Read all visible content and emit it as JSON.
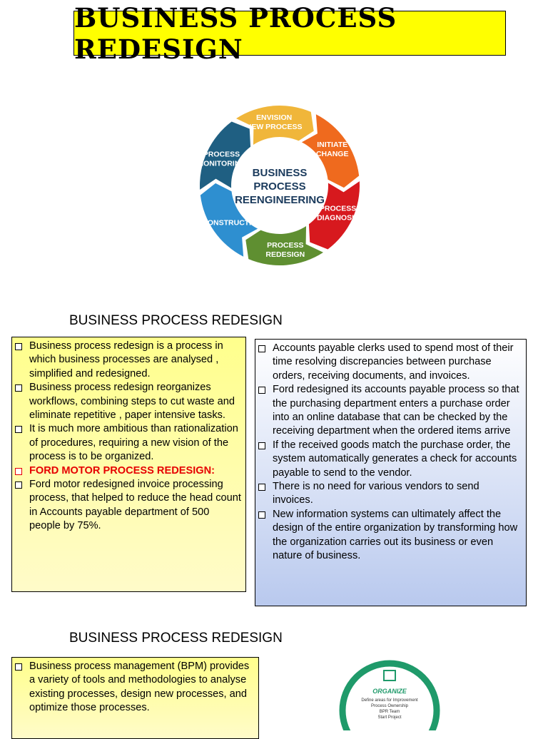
{
  "title": "BUSINESS PROCESS REDESIGN",
  "cycle": {
    "center": [
      "BUSINESS",
      "PROCESS",
      "REENGINEERING"
    ],
    "segments": [
      {
        "lines": [
          "ENVISION",
          "NEW PROCESS"
        ],
        "color": "#f0b63a"
      },
      {
        "lines": [
          "INITIATE",
          "CHANGE"
        ],
        "color": "#ef6a1e"
      },
      {
        "lines": [
          "PROCESS",
          "DIAGNOSIS"
        ],
        "color": "#d7191e"
      },
      {
        "lines": [
          "PROCESS",
          "REDESIGN"
        ],
        "color": "#5f8f31"
      },
      {
        "lines": [
          "RECONSTRUCTION"
        ],
        "color": "#2e8fd0"
      },
      {
        "lines": [
          "PROCESS",
          "MONITORING"
        ],
        "color": "#1f5f82"
      }
    ],
    "center_color": "#1a3a5c"
  },
  "section1": {
    "heading": "BUSINESS PROCESS REDESIGN",
    "left_bullets": [
      {
        "text": "Business process redesign is a process in which business processes are analysed , simplified and redesigned.",
        "red": false
      },
      {
        "text": "Business process redesign reorganizes workflows, combining steps to cut waste and eliminate repetitive , paper intensive tasks.",
        "red": false
      },
      {
        "text": "It is much more ambitious than rationalization of procedures, requiring  a new vision of the process is to be organized.",
        "red": false
      },
      {
        "text": "FORD MOTOR PROCESS REDESIGN:",
        "red": true
      },
      {
        "text": "Ford motor redesigned invoice processing process, that helped to reduce the head count  in Accounts payable department of 500 people by 75%.",
        "red": false
      }
    ],
    "right_bullets": [
      {
        "text": "Accounts payable clerks used to spend most of their time resolving discrepancies between purchase orders, receiving documents, and invoices."
      },
      {
        "text": "Ford redesigned its accounts payable process so that the purchasing department enters a purchase order into an online database that can be checked by the receiving department when the ordered items arrive"
      },
      {
        "text": "If the received goods match the purchase order, the system automatically generates a check for accounts payable to send to the vendor."
      },
      {
        "text": "There is no need for various vendors to send invoices."
      },
      {
        "text": "New information systems can ultimately affect the design of the entire organization by transforming how the organization carries out its business or even nature of business."
      }
    ]
  },
  "section2": {
    "heading": "BUSINESS PROCESS REDESIGN",
    "left_bullets": [
      {
        "text": "Business process management (BPM) provides a variety of tools and methodologies to analyse existing processes, design new processes, and optimize those processes."
      }
    ]
  },
  "organize": {
    "title": "ORGANIZE",
    "lines": [
      "Define areas for Improvement",
      "Process Ownership",
      "BPR Team",
      "Start Project"
    ],
    "color": "#1f9a6a"
  }
}
